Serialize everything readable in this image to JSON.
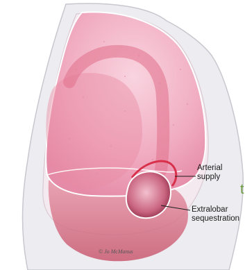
{
  "labels": {
    "arterial_supply": [
      "Arterial",
      "supply"
    ],
    "extralobar_sequestration": [
      "Extralobar",
      "sequestration"
    ],
    "cropped_edge_glyph": "t"
  },
  "signature": "© Jo McManus",
  "colors": {
    "lung_fill": "#f2b6c8",
    "lung_dark": "#e28aa6",
    "vessel": "#d8304a",
    "pleura": "#e8e8ec",
    "body_outline": "#c7c7cf"
  }
}
